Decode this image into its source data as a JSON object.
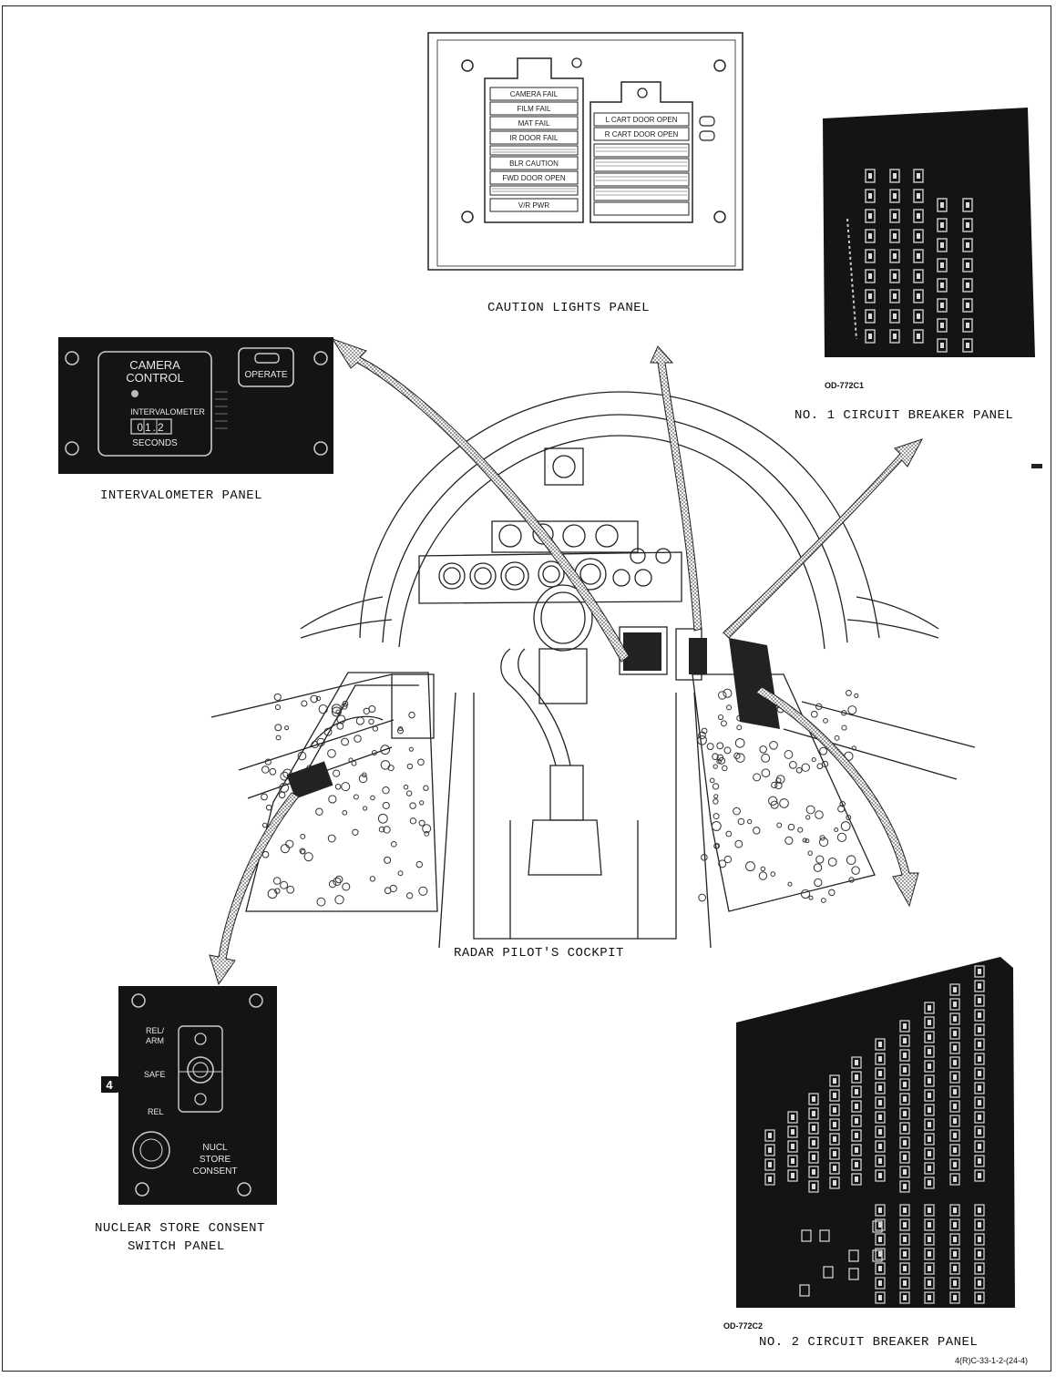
{
  "panels": {
    "caution_lights": {
      "caption": "CAUTION LIGHTS PANEL",
      "left_lights": [
        "CAMERA FAIL",
        "FILM FAIL",
        "MAT FAIL",
        "IR DOOR FAIL",
        "BLR CAUTION",
        "FWD DOOR OPEN",
        "V/R PWR"
      ],
      "right_lights": [
        "L CART DOOR OPEN",
        "R CART DOOR OPEN"
      ]
    },
    "cb_panel_1": {
      "caption": "NO. 1 CIRCUIT BREAKER PANEL",
      "code": "OD-772C1"
    },
    "intervalometer": {
      "caption": "INTERVALOMETER PANEL",
      "title_line1": "CAMERA",
      "title_line2": "CONTROL",
      "operate": "OPERATE",
      "sub_label": "INTERVALOMETER",
      "counter": "01.2",
      "units": "SECONDS"
    },
    "cockpit": {
      "caption": "RADAR PILOT'S COCKPIT"
    },
    "nuclear_store": {
      "caption_line1": "NUCLEAR STORE CONSENT",
      "caption_line2": "SWITCH PANEL",
      "pos_rel_arm_1": "REL/",
      "pos_rel_arm_2": "ARM",
      "pos_safe": "SAFE",
      "pos_rel": "REL",
      "nucl_1": "NUCL",
      "nucl_2": "STORE",
      "nucl_3": "CONSENT",
      "marker": "4"
    },
    "cb_panel_2": {
      "caption": "NO. 2 CIRCUIT BREAKER PANEL",
      "code": "OD-772C2"
    }
  },
  "figure_id": "4(R)C-33-1-2-(24-4)"
}
